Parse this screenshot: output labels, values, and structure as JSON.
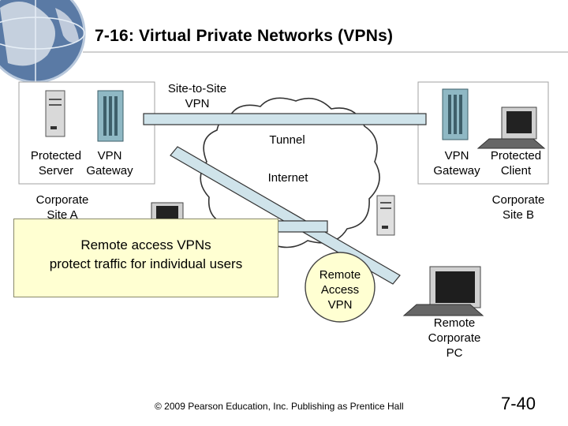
{
  "title": "7-16: Virtual Private Networks (VPNs)",
  "site_a": {
    "protected_server_label": "Protected\nServer",
    "vpn_gateway_label": "VPN\nGateway",
    "site_label": "Corporate\nSite A"
  },
  "site_b": {
    "vpn_gateway_label": "VPN\nGateway",
    "protected_client_label": "Protected\nClient",
    "site_label": "Corporate\nSite B"
  },
  "site_to_site_label": "Site-to-Site\nVPN",
  "tunnel_label": "Tunnel",
  "internet_label": "Internet",
  "remote_access_label": "Remote\nAccess\nVPN",
  "remote_pc_label": "Remote\nCorporate\nPC",
  "callout": {
    "line1": "Remote access VPNs",
    "line2": "protect traffic for individual users"
  },
  "footer": "© 2009 Pearson Education, Inc.  Publishing as Prentice Hall",
  "page_number": "7-40",
  "colors": {
    "tunnel": "#cfe3ea",
    "callout_bg": "#ffffd2",
    "globe": "#4d6f9a"
  }
}
